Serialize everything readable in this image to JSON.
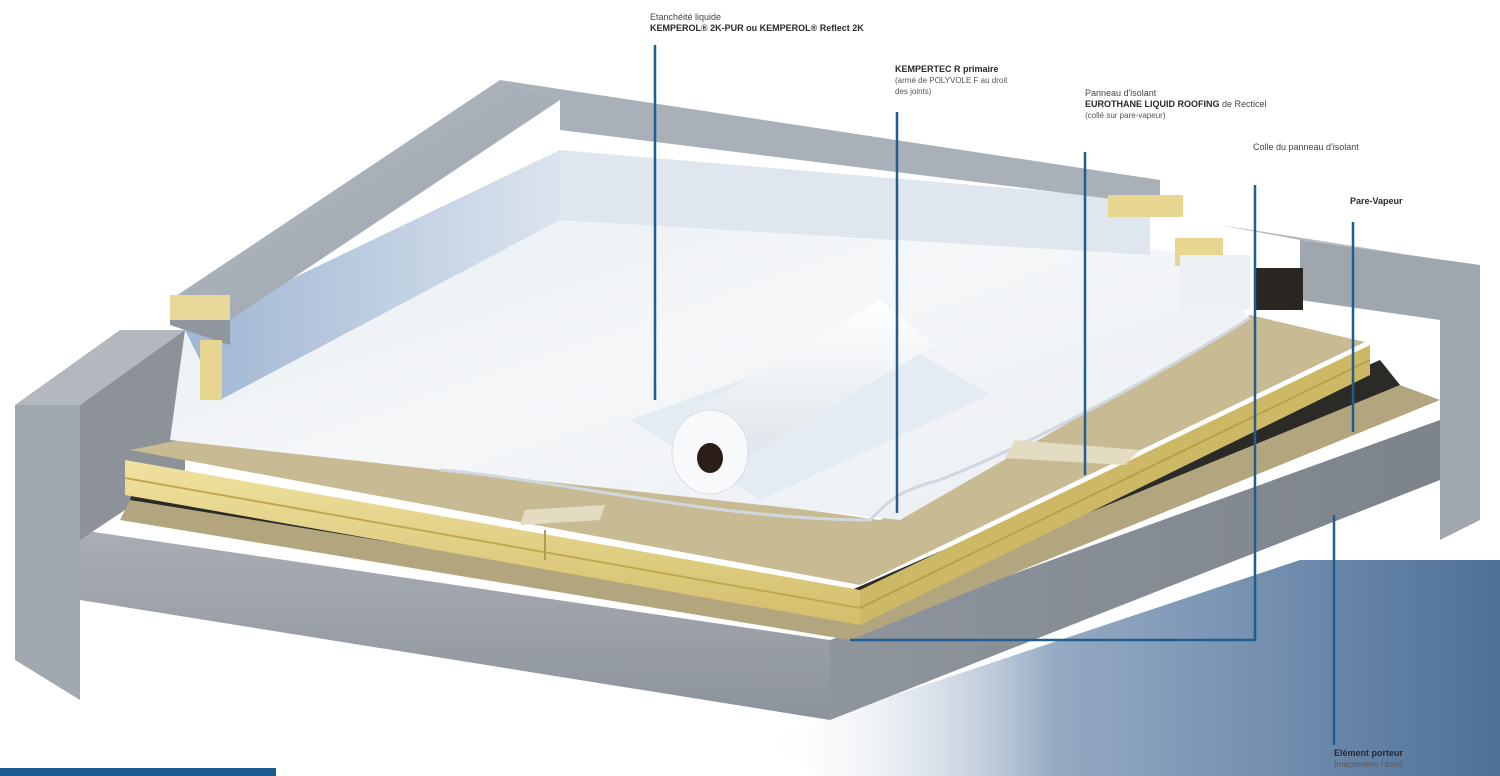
{
  "diagram": {
    "subject": "Toiture terrasse - système d'étanchéité liquide",
    "colors": {
      "callout_line": "#1f5e8f",
      "concrete": "#9ea4ab",
      "insulation": "#e6d48a",
      "membrane": "#f2f4f6",
      "upstand_top": "#aab0b8",
      "vapour_barrier": "#b8ad8a",
      "shadow": "#3b5c85",
      "accent_bar": "#1d5c93"
    },
    "callouts": [
      {
        "id": "etancheite",
        "line1": "Etanchéité liquide",
        "line2": "KEMPEROL® 2K-PUR ou KEMPEROL® Reflect 2K"
      },
      {
        "id": "kempertec",
        "line1": "KEMPERTEC R primaire",
        "line2": "(armé de POLYVOLE F au droit",
        "line3": "des joints)"
      },
      {
        "id": "panneau",
        "line1": "Panneau d'isolant",
        "line2": "EUROTHANE LIQUID ROOFING",
        "line2b": " de Recticel",
        "line3": "(collé sur pare-vapeur)"
      },
      {
        "id": "colle",
        "line1": "Colle du panneau d'isolant"
      },
      {
        "id": "pare-vapeur",
        "line1": "Pare-Vapeur"
      },
      {
        "id": "element-porteur",
        "line1": "Elément porteur",
        "line2": "(maçonnerie / bois)"
      }
    ]
  }
}
